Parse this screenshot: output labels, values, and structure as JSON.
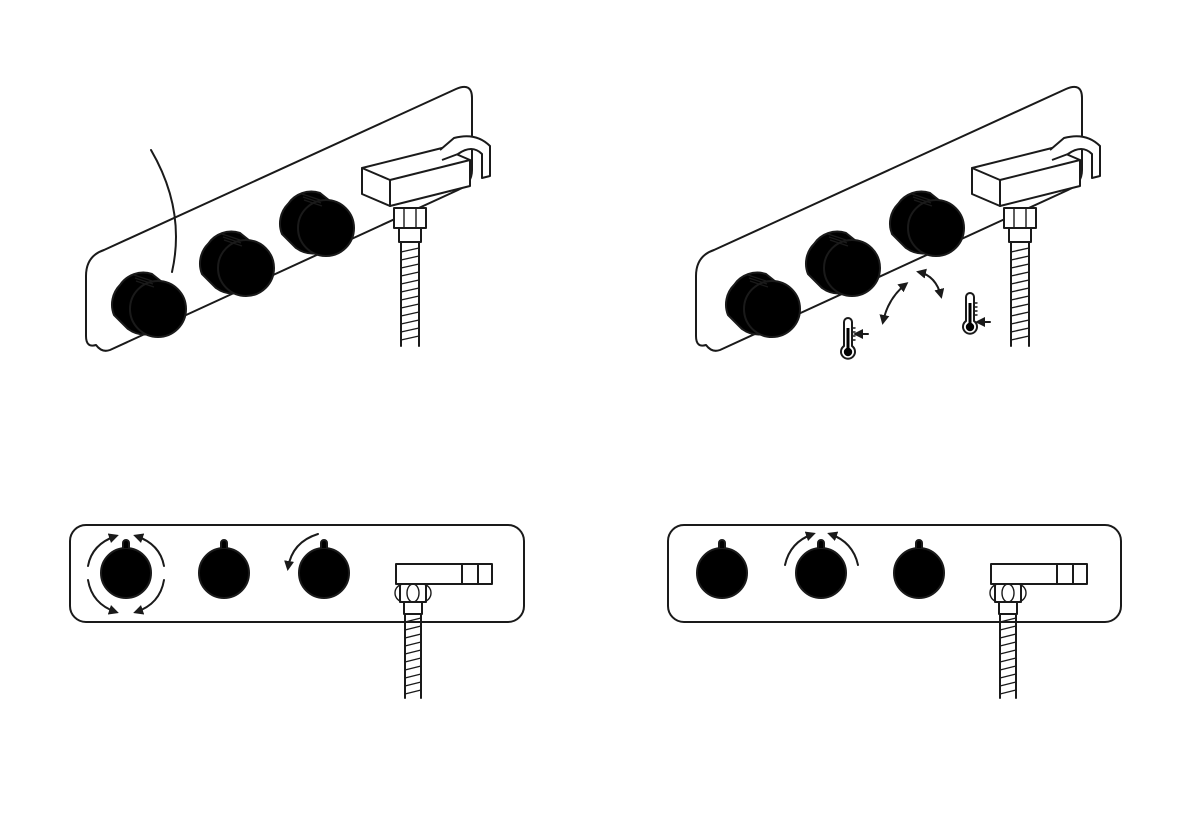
{
  "colors": {
    "accent": "#008B92",
    "outline": "#1a1a1a",
    "hot": "#E0204F",
    "cold": "#2A9AD6",
    "background": "#ffffff"
  },
  "panels": [
    {
      "view": "perspective",
      "highlighted_knobs": [
        1,
        3
      ],
      "callout_line": true
    },
    {
      "view": "perspective",
      "highlighted_knobs": [
        2
      ],
      "temperature_indicators": [
        "hot-thermometer-icon",
        "cold-thermometer-icon"
      ]
    },
    {
      "view": "front",
      "highlighted_knobs": [
        1,
        3
      ],
      "rotation_arrows": {
        "knob_1": "four-way",
        "knob_3": "counterclockwise"
      }
    },
    {
      "view": "front",
      "highlighted_knobs": [
        2
      ],
      "rotation_arrows": {
        "knob_2": "bidirectional"
      }
    }
  ]
}
